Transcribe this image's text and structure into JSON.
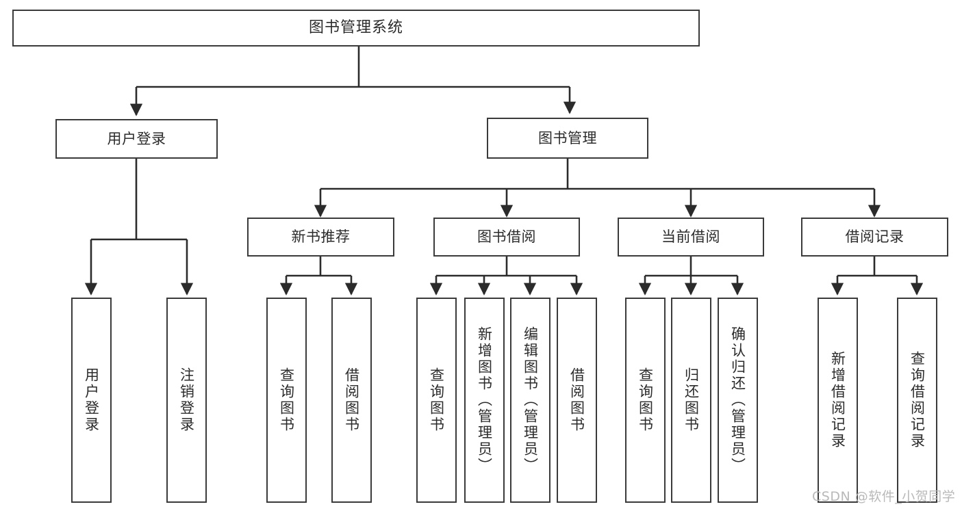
{
  "diagram": {
    "type": "tree-hierarchy-chart",
    "title": "图书管理系统",
    "root": {
      "label": "图书管理系统"
    },
    "level2": [
      {
        "label": "用户登录"
      },
      {
        "label": "图书管理"
      }
    ],
    "level3": [
      {
        "label": "新书推荐"
      },
      {
        "label": "图书借阅"
      },
      {
        "label": "当前借阅"
      },
      {
        "label": "借阅记录"
      }
    ],
    "leaves": {
      "user_login": [
        {
          "label": "用户登录"
        },
        {
          "label": "注销登录"
        }
      ],
      "new_book_recommend": [
        {
          "label": "查询图书"
        },
        {
          "label": "借阅图书"
        }
      ],
      "book_borrow": [
        {
          "label": "查询图书"
        },
        {
          "label": "新增图书（管理员）"
        },
        {
          "label": "编辑图书（管理员）"
        },
        {
          "label": "借阅图书"
        }
      ],
      "current_borrow": [
        {
          "label": "查询图书"
        },
        {
          "label": "归还图书"
        },
        {
          "label": "确认归还（管理员）"
        }
      ],
      "borrow_record": [
        {
          "label": "新增借阅记录"
        },
        {
          "label": "查询借阅记录"
        }
      ]
    }
  },
  "watermark": {
    "text": "CSDN @软件_小贺同学"
  },
  "colors": {
    "stroke": "#3a3a3a",
    "fill": "#ffffff",
    "text": "#2b2b2b",
    "watermark": "#b9b9b9"
  }
}
